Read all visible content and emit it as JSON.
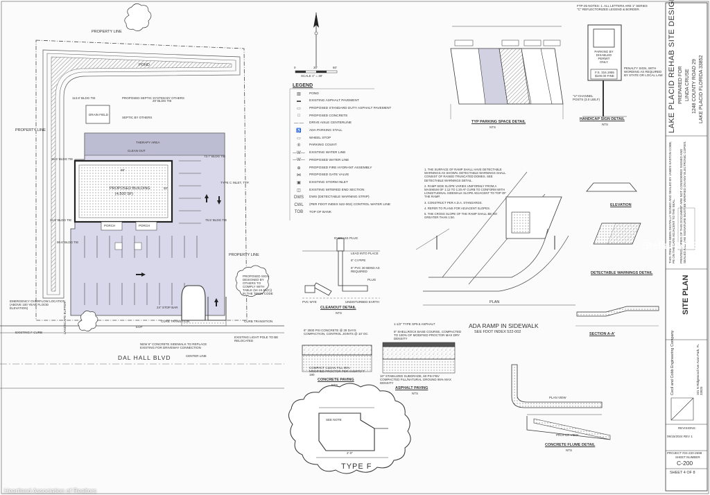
{
  "title_block": {
    "project_title": "LAKE PLACID REHAB SITE DESIGN",
    "prepared_for_label": "PREPARED FOR",
    "prepared_for_name": "LINDA CRUSE",
    "address_line1": "1248 COUNTY ROAD 29",
    "address_line2": "LAKE PLACID FLORIDA 33852",
    "seal_note_1": "THIS ITEM HAS BEEN DIGITALLY SIGNED AND SEALED BY JAMES KASTON COBB, PE ON THE DATE ADJACENT TO THE SEAL.",
    "seal_note_2": "PRINTED COPIES OF THIS DOCUMENT ARE NOT CONSIDERED SIGNED AND SEALED AND THE SIGNATURE MUST BE VERIFIED ON ANY ELECTRONIC COPIES.",
    "sheet_title": "SITE PLAN",
    "company_name": "Cecil and Cobb Engineering Company",
    "company_address": "101 N Ridgewood Ave Avon Park, FL 33825",
    "revisions_label": "REVISIONS:",
    "revision_date": "06/15/2024 REV 1",
    "project_line": "PROJECT #24-220-2698",
    "sheet_number_label": "SHEET NUMBER",
    "sheet_number": "C-200",
    "sheet_count": "SHEET 4 OF 8"
  },
  "watermark": "Heartland Association of Realtors",
  "mls_mark": "Stellar MLS",
  "site_plan": {
    "property_line_top": "PROPERTY LINE",
    "property_line_left": "PROPERTY LINE",
    "property_line_right": "PROPERTY LINE",
    "pond": "POND",
    "septic": "PROPOSED SEPTIC SYSTEM BY OTHERS",
    "septic_by_others": "SEPTIC BY OTHERS",
    "drain_field": "DRAIN FIELD",
    "therapy_area": "THERAPY AREA",
    "clean_out": "CLEAN OUT",
    "building": "PROPOSED BUILDING",
    "building_area": "(4,500 SF)",
    "dim_90": "90'",
    "dim_50": "50'",
    "porch_1": "PORCH",
    "porch_2": "PORCH",
    "dim_73": "73.7' BLDG TIE",
    "dim_75": "75.5' BLDG TIE",
    "dim_36": "36.5' BLDG TIE",
    "dim_34": "34.9' BLDG TIE",
    "dim_90b": "90.6' BLDG TIE",
    "dim_113": "113.8' BLDG TIE",
    "dim_20": "20' BLDG TIE",
    "inlet": "TYPE C INLET, TYP.",
    "emergency": "EMERGENCY OVERFLOW LOCATION (ABOVE 100 YEAR FLOOD ELEVATION)",
    "existing_curb": "EXISTING F CURB",
    "sign_note": "PROPOSED SIGN DESIGNED BY OTHERS TO COMPLY WITH TABLE (54-15.16(C)) IN THE TOWN CODE",
    "stop_bar": "24\" STOP BAR",
    "curb_transition_l": "CURB TRANSITION",
    "curb_transition_r": "CURB TRANSITION",
    "light_pole": "EXISTING LIGHT POLE TO BE RELOCATED",
    "sidewalk_note": "NEW 6\" CONCRETE SIDEWALK TO REPLACE EXISTING FOR DRIVEWAY CONNECTION",
    "centerline": "CENTER LINE",
    "road": "DAL HALL BLVD",
    "eop": "EOP",
    "landscape_buffer": "LANDSCAPE BUFFER",
    "scale": "SCALE 1\" = 30'",
    "scale_0": "0",
    "scale_30": "30'",
    "scale_60": "60'"
  },
  "legend": {
    "title": "LEGEND",
    "items": [
      {
        "sym": "▨",
        "label": "POND"
      },
      {
        "sym": "▬",
        "label": "EXISTING ASPHALT PAVEMENT"
      },
      {
        "sym": "▭",
        "label": "PROPOSED STANDARD DUTY ASPHALT PAVEMENT"
      },
      {
        "sym": "□",
        "label": "PROPOSED CONCRETE"
      },
      {
        "sym": "—·—",
        "label": "DRIVE AISLE CENTERLINE"
      },
      {
        "sym": "♿",
        "label": "ADA PARKING STALL"
      },
      {
        "sym": "▭",
        "label": "WHEEL STOP"
      },
      {
        "sym": "⑥",
        "label": "PARKING COUNT"
      },
      {
        "sym": "—W—",
        "label": "EXISTING WATER LINE"
      },
      {
        "sym": "—W—",
        "label": "PROPOSED WATER LINE"
      },
      {
        "sym": "⊕",
        "label": "PROPOSED FIRE HYDRANT ASSEMBLY"
      },
      {
        "sym": "⋈",
        "label": "PROPOSED GATE VALVE"
      },
      {
        "sym": "▣",
        "label": "EXISTING STORM INLET"
      },
      {
        "sym": "◫",
        "label": "EXISTING MITERED END SECTION"
      },
      {
        "sym": "DWS",
        "label": "DWS (DETECTABLE WARNING STRIP)"
      },
      {
        "sym": "CWL",
        "label": "(PER FDOT INDEX 522-002) CONTROL WATER LINE"
      },
      {
        "sym": "TOB",
        "label": "TOP OF BANK"
      }
    ]
  },
  "details": {
    "parking_space": "TYP PARKING SPACE DETAIL",
    "handicap_sign": "HANDICAP SIGN DETAIL",
    "cleanout": "CLEANOUT DETAIL",
    "ada_ramp": "ADA RAMP IN SIDEWALK",
    "ada_ramp_sub": "SEE FDOT INDEX 522-002",
    "plan": "PLAN",
    "elevation": "ELEVATION",
    "detectable": "DETECTABLE WARNINGS DETAIL",
    "section": "SECTION A-A'",
    "concrete_paving": "CONCRETE PAVING",
    "asphalt_paving": "ASPHALT PAVING",
    "concrete_flume": "CONCRETE FLUME DETAIL",
    "type_f": "TYPE F",
    "nts": "NTS",
    "plan_view": "PLAN VIEW",
    "profile_view": "PROFILE VIEW",
    "brass_plug": "6\" BRASS PLUG",
    "lead_into": "LEAD INTO PLACE",
    "pipe_6": "6\" CI PIPE",
    "pvc_bend": "6\" PVC 30 BEND AS REQUIRED",
    "plug": "PLUG",
    "pvc_wye": "PVC WYE",
    "undisturbed": "UNDISTURBED EARTH",
    "handicap_sign_text": "PARKING BY DISABLED PERMIT ONLY",
    "fine": "F.S. 316.1955 $100.00 FINE",
    "penalty": "PENALTY SIGN, WITH WORDING AS REQUIRED BY STATE OR LOCAL LAW",
    "channel_post": "\"U\"-CHANNEL POSTS (3.0 LB/LF)",
    "ftp_note": "FTP-25 NOTES: 1. ALL LETTERS ARE 1\" SERIES \"C\" REFLECTORIZED LEGEND & BORDER.",
    "concrete_note": "6\" 3000 PSI CONCRETE @ 28 DAYS COMPACTION, CONTROL JOINTS @ 10' OC",
    "compact_fill": "COMPACT CLEAN FILL 95% MODIFIED PROCTOR PER AASHTO T 180",
    "asphalt_1": "1-1/2\" TYPE SP9.5 ASPHALT",
    "asphalt_2": "8\" SHELLROCK BASE COURSE, COMPACTED TO 100% OF MODIFIED PROCTOR MAX DRY DENSITY",
    "asphalt_3": "10\" STABILIZED SUBGRADE, 60 PSI FBV COMPACTED FILL/NATURAL GROUND 95% MAX DENSITY",
    "see_note": "SEE NOTE",
    "dims_type_f": "2'-0\""
  },
  "ramp_notes": [
    "1. THE SURFACE OF RAMP SHALL HAVE DETECTABLE WARNINGS AS SHOWN. DETECTABLE WARNINGS SHALL CONSIST OF RAISED TRUNCATED DOMES. SEE DETECTABLE WARNINGS DETAIL.",
    "2. RAMP SIDE SLOPE VARIES UNIFORMLY FROM A MAXIMUM OF 1:12 TO 1:20 AT CURB TO CONFORM WITH LONGITUDINAL SIDEWALK SLOPE ADJACENT TO TOP OF THE RAMP.",
    "3. CONSTRUCT PER A.D.A. STANDARDS.",
    "4. REFER TO PLANS FOR ADJACENT SLOPES.",
    "5. THE CROSS SLOPE OF THE RAMP SHALL BE NO GREATER THAN 1:50."
  ],
  "colors": {
    "paving": "#d9d8ea",
    "line": "#333333",
    "hatch": "#777777",
    "watermark": "#ffffff"
  }
}
